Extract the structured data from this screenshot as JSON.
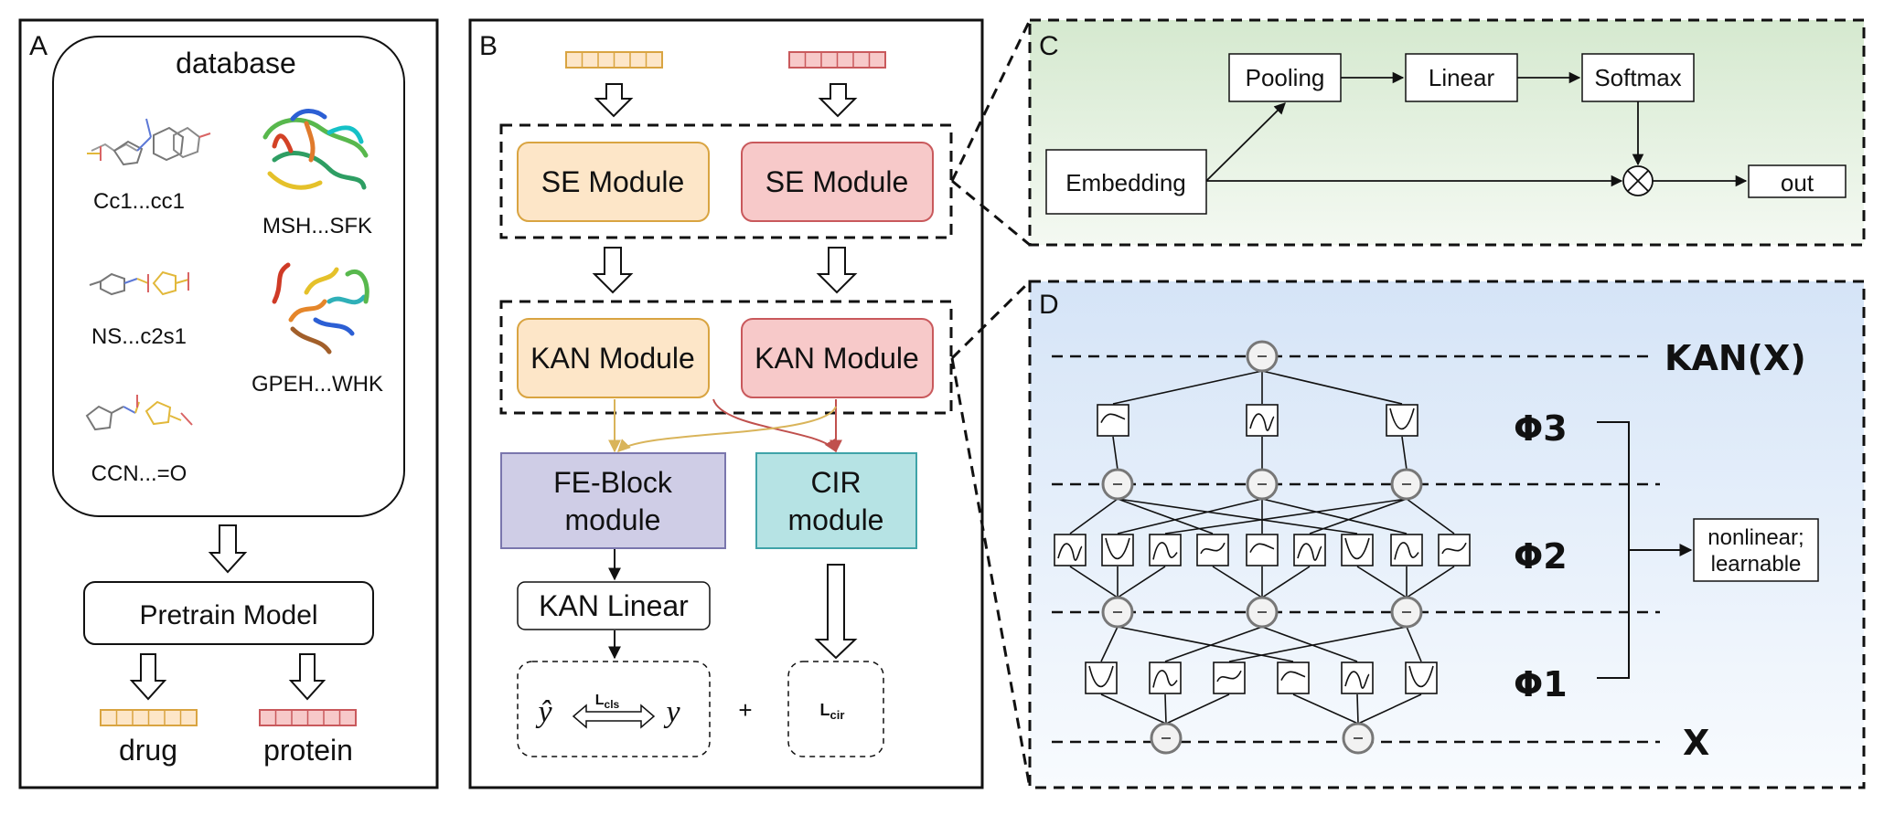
{
  "panels": {
    "A": {
      "letter": "A",
      "database_title": "database",
      "drug_labels": [
        "Cc1...cc1",
        "NS...c2s1",
        "CCN...=O"
      ],
      "protein_labels": [
        "MSH...SFK",
        "GPEH...WHK"
      ],
      "pretrain_label": "Pretrain Model",
      "drug_label": "drug",
      "protein_label": "protein"
    },
    "B": {
      "letter": "B",
      "se_left": "SE Module",
      "se_right": "SE Module",
      "kan_left": "KAN Module",
      "kan_right": "KAN Module",
      "fe_line1": "FE-Block",
      "fe_line2": "module",
      "cir_line1": "CIR",
      "cir_line2": "module",
      "kan_linear": "KAN Linear",
      "y_hat": "ŷ",
      "y": "y",
      "lcls_main": "L",
      "lcls_sub": "cls",
      "plus": "+",
      "lcir_main": "L",
      "lcir_sub": "cir"
    },
    "C": {
      "letter": "C",
      "embedding": "Embedding",
      "pooling": "Pooling",
      "linear": "Linear",
      "softmax": "Softmax",
      "out": "out"
    },
    "D": {
      "letter": "D",
      "kan_x": "KAN(X)",
      "phi3": "Φ3",
      "phi2": "Φ2",
      "phi1": "Φ1",
      "x": "X",
      "nonlinear_line1": "nonlinear;",
      "nonlinear_line2": "learnable"
    }
  },
  "colors": {
    "drug_fill": "#fde6c8",
    "drug_stroke": "#d9a441",
    "protein_fill": "#f7c9c9",
    "protein_stroke": "#c9595c",
    "fe_fill": "#cfcde6",
    "fe_stroke": "#7a76ad",
    "cir_fill": "#b6e3e4",
    "cir_stroke": "#3fa3a8",
    "arrow_drug": "#d9b45a",
    "arrow_protein": "#c0504d",
    "panel_c_top": "#d7ead3",
    "panel_d_top": "#d6e5f7"
  }
}
